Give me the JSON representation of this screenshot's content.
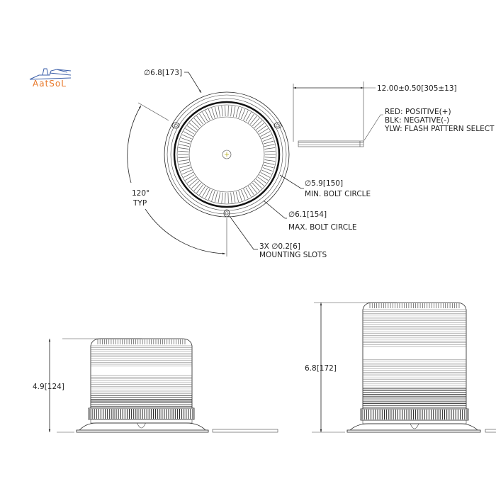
{
  "logo": {
    "text": "AatSoL",
    "icon": "house-truck-logo-icon",
    "text_color": "#e8782a",
    "icon_color": "#3a5ea8"
  },
  "top_view": {
    "outer_diameter": "∅6.8[173]",
    "angle": "120°",
    "angle_note": "TYP",
    "slots": "3X ∅0.2[6]",
    "slots_note": "MOUNTING SLOTS",
    "min_bolt": "∅5.9[150]",
    "min_bolt_note": "MIN. BOLT CIRCLE",
    "max_bolt": "∅6.1[154]",
    "max_bolt_note": "MAX. BOLT CIRCLE",
    "center_mark_color": "#b8b020"
  },
  "cable": {
    "length": "12.00±0.50[305±13]",
    "wires": [
      "RED: POSITIVE(+)",
      "BLK: NEGATIVE(-)",
      "YLW: FLASH PATTERN SELECT"
    ]
  },
  "side_low": {
    "height": "4.9[124]"
  },
  "side_tall": {
    "height": "6.8[172]"
  }
}
